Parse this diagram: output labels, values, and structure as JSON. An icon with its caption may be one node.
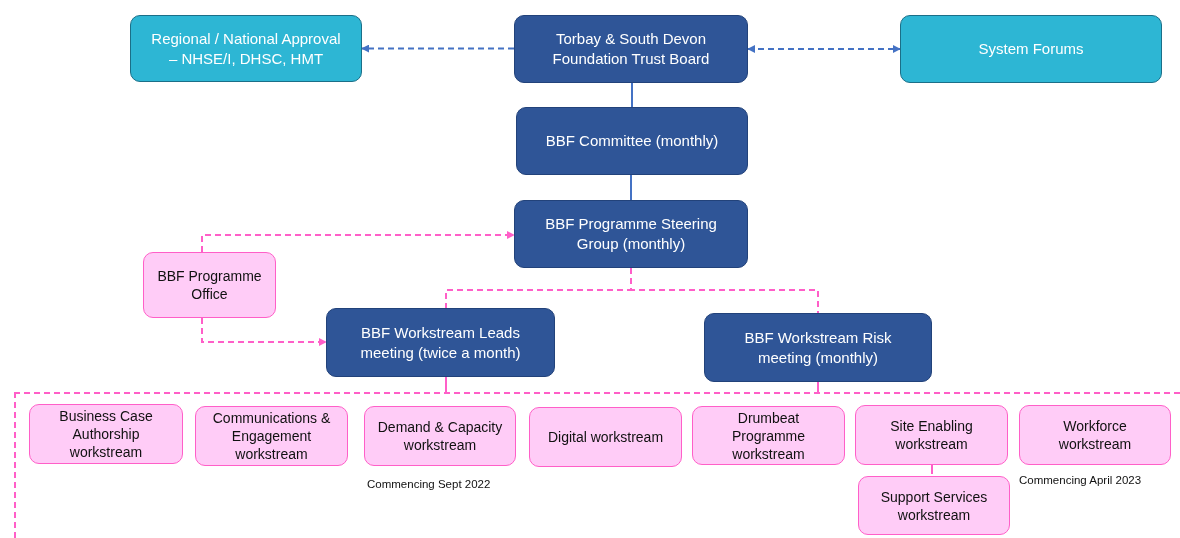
{
  "diagram": {
    "nodes": [
      {
        "text": [
          "Regional / National Approval – NHSE/I, DHSC, HMT"
        ]
      },
      {
        "text": [
          "Torbay & South Devon Foundation  Trust Board"
        ]
      },
      {
        "text": [
          "System Forums"
        ]
      },
      {
        "text": [
          "BBF Committee (monthly)"
        ]
      },
      {
        "text": [
          "BBF Programme Steering Group (monthly)"
        ]
      },
      {
        "text": [
          "BBF Programme Office"
        ]
      },
      {
        "text": [
          "BBF Workstream Leads meeting (twice a month)"
        ]
      },
      {
        "text": [
          "BBF  Workstream Risk meeting (monthly)"
        ]
      },
      {
        "text": [],
        "shape": "box"
      },
      {
        "text": [
          "Business Case Authorship workstream"
        ],
        "in": 8
      },
      {
        "text": [
          "Communications & Engagement workstream"
        ],
        "in": 8
      },
      {
        "text": [
          "Demand & Capacity workstream"
        ],
        "in": 8,
        "beside": [
          "Commencing Sept 2022"
        ]
      },
      {
        "text": [
          "Digital workstream"
        ],
        "in": 8
      },
      {
        "text": [
          "Drumbeat Programme workstream"
        ],
        "in": 8
      },
      {
        "text": [
          "Site Enabling workstream"
        ],
        "in": 8
      },
      {
        "text": [
          "Workforce workstream"
        ],
        "in": 8,
        "beside": [
          "Commencing April 2023"
        ]
      },
      {
        "text": [
          "Support Services workstream"
        ],
        "in": 8
      }
    ],
    "edges": [
      {
        "from": 1,
        "to": 0,
        "arrow": "to",
        "style": "dashed",
        "color": "#4472c4"
      },
      {
        "from": 1,
        "to": 2,
        "arrow": "both",
        "style": "dashed",
        "color": "#4472c4"
      },
      {
        "from": 1,
        "to": 3,
        "arrow": "none",
        "color": "#4472c4"
      },
      {
        "from": 3,
        "to": 4,
        "arrow": "none",
        "color": "#4472c4"
      },
      {
        "from": 5,
        "to": 4,
        "arrow": "to",
        "style": "dashed"
      },
      {
        "from": 5,
        "to": 6,
        "arrow": "to",
        "style": "dashed"
      },
      {
        "from": 4,
        "to": 6,
        "arrow": "none",
        "style": "dashed"
      },
      {
        "from": 4,
        "to": 7,
        "arrow": "none",
        "style": "dashed"
      },
      {
        "from": 6,
        "to": 8,
        "arrow": "none"
      },
      {
        "from": 7,
        "to": 8,
        "arrow": "none"
      },
      {
        "from": 14,
        "to": 16,
        "arrow": "none"
      }
    ]
  }
}
